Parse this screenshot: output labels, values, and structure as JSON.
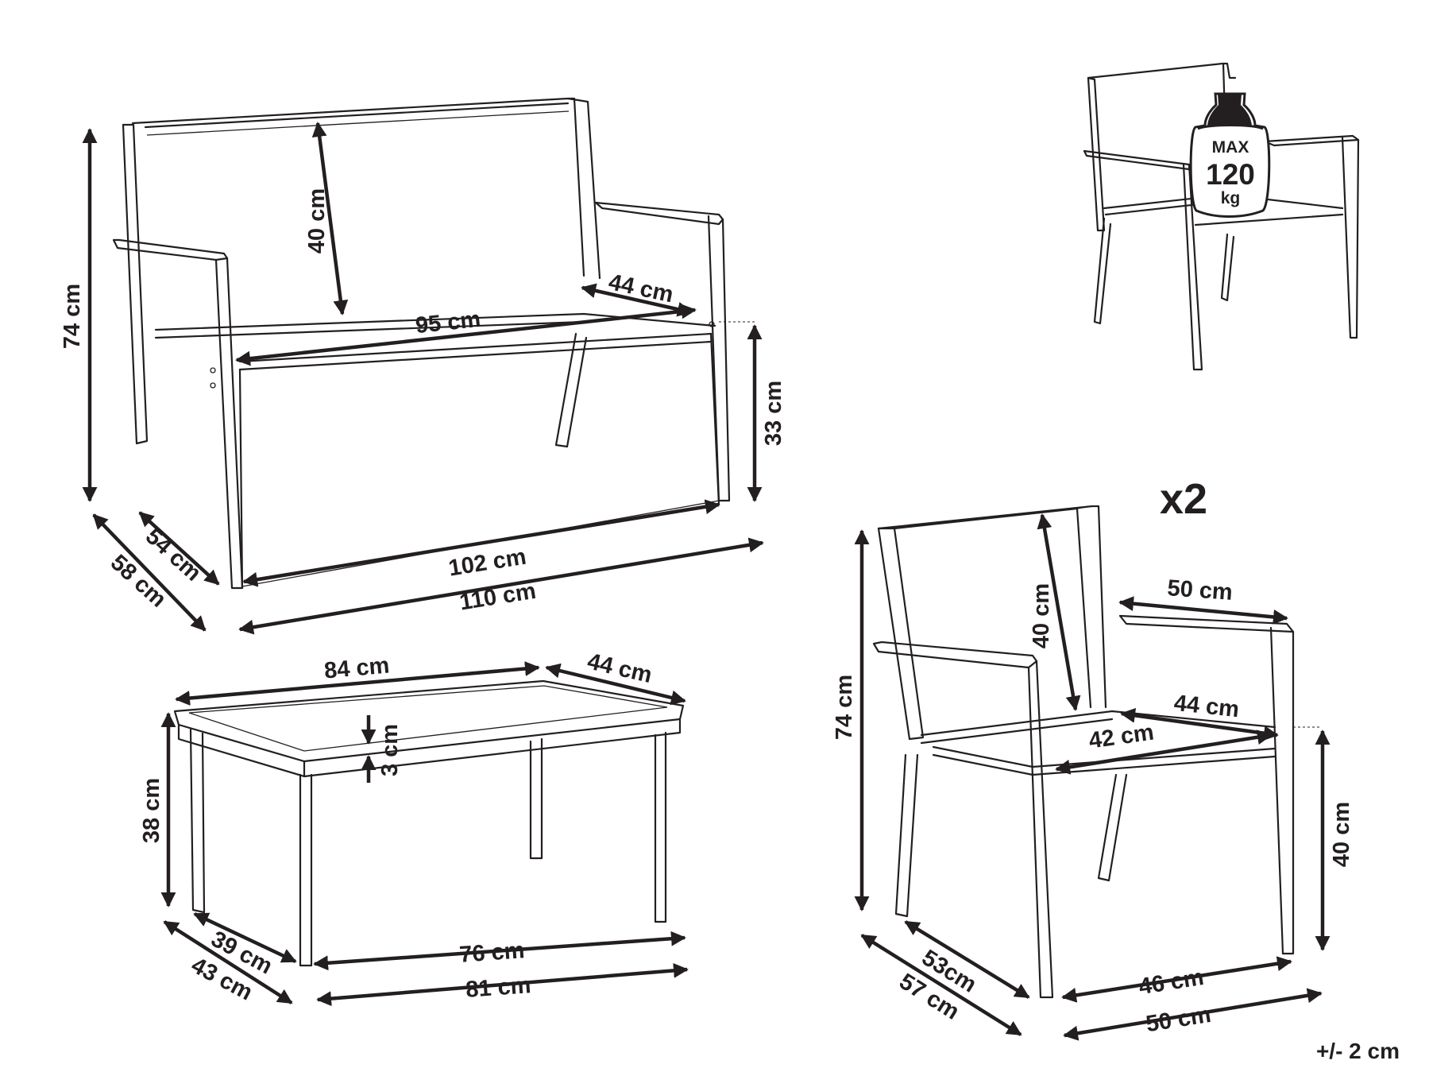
{
  "multiplier": "x2",
  "tolerance": "+/- 2 cm",
  "weight_badge": {
    "icon": "weight-icon",
    "line1": "MAX",
    "line2": "120",
    "line3": "kg"
  },
  "bench": {
    "height": "74 cm",
    "backrest": "40 cm",
    "seat_depth": "44 cm",
    "seat_width": "95 cm",
    "seat_height": "33 cm",
    "depth_inner": "54 cm",
    "depth_outer": "58 cm",
    "width_inner": "102 cm",
    "width_outer": "110 cm"
  },
  "table": {
    "width_top": "84 cm",
    "depth_top": "44 cm",
    "top_thickness": "3 cm",
    "height": "38 cm",
    "depth_inner": "39 cm",
    "depth_outer": "43 cm",
    "width_inner": "76 cm",
    "width_outer": "81 cm"
  },
  "chair": {
    "height": "74 cm",
    "backrest": "40 cm",
    "arm_width": "50 cm",
    "seat_depth": "44 cm",
    "seat_width": "42 cm",
    "seat_height": "40 cm",
    "depth_inner": "53cm",
    "depth_outer": "57 cm",
    "width_inner": "46 cm",
    "width_outer": "50 cm"
  }
}
